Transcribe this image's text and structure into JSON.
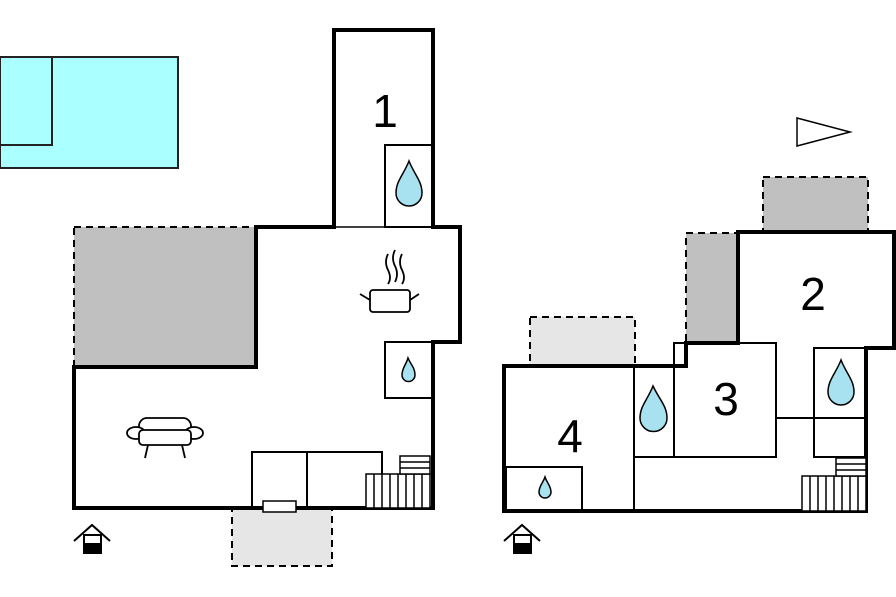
{
  "rooms": [
    {
      "label": "1"
    },
    {
      "label": "2"
    },
    {
      "label": "3"
    },
    {
      "label": "4"
    }
  ],
  "icons": {
    "compass": "north-arrow-icon",
    "entrance": "entrance-icon",
    "kitchen": "cooking-pot-icon",
    "sofa": "sofa-icon",
    "bathroom": "water-drop-icon",
    "stairs": "stairs-icon",
    "pool": "pool"
  },
  "colors": {
    "pool": "#aaffff",
    "terrace": "#c0c0c0",
    "outdoor_area": "#e6e6e6",
    "wall": "#000000",
    "drop": "#a8e2f0"
  }
}
